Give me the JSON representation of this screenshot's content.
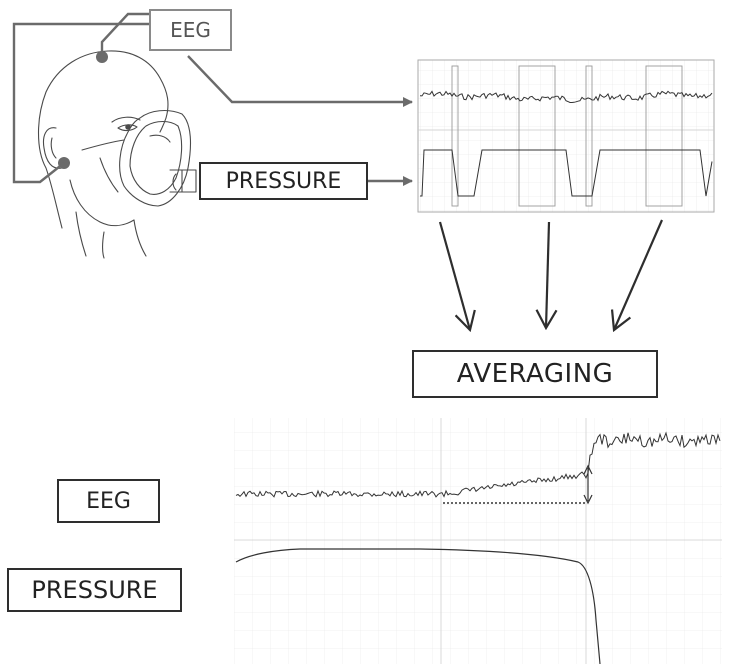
{
  "top": {
    "eeg_label": "EEG",
    "pressure_label": "PRESSURE"
  },
  "process": {
    "averaging_label": "AVERAGING"
  },
  "bottom": {
    "eeg_label": "EEG",
    "pressure_label": "PRESSURE"
  },
  "colors": {
    "line": "#555555",
    "dark_line": "#2e2e2e",
    "grid": "#d6d6d6",
    "electrode": "#6b6b6b",
    "chart_border": "#aaaaaa"
  }
}
